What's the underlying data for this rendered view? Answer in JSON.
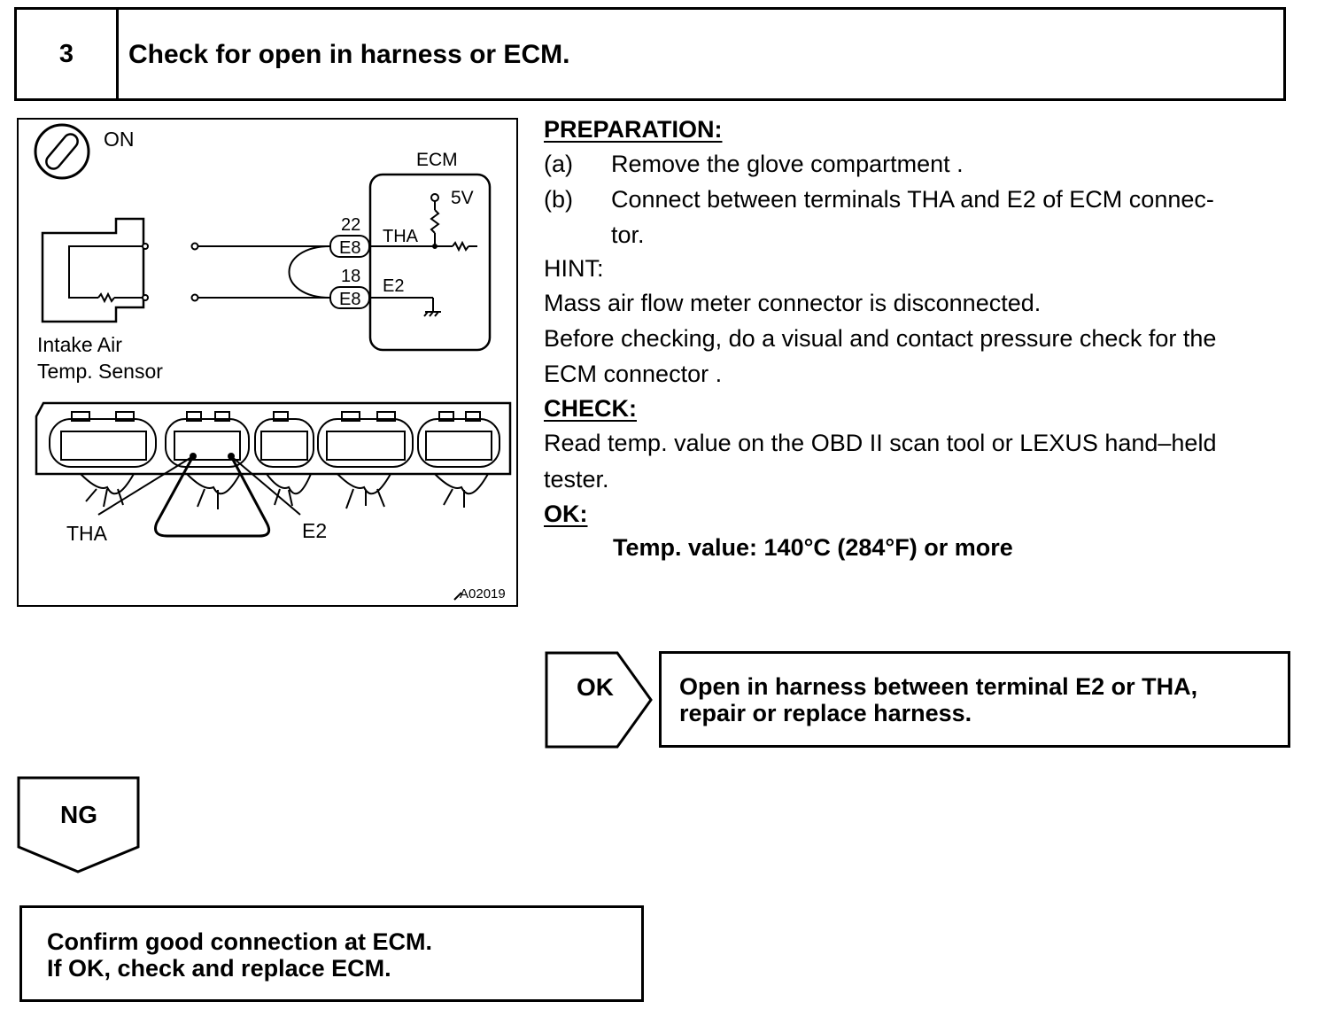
{
  "step": {
    "number": "3",
    "title": "Check for open in harness or ECM."
  },
  "diagram": {
    "ign_label": "ON",
    "ecm_label": "ECM",
    "voltage": "5V",
    "pin_tha_num": "22",
    "pin_tha_conn": "E8",
    "pin_tha_name": "THA",
    "pin_e2_num": "18",
    "pin_e2_conn": "E8",
    "pin_e2_name": "E2",
    "sensor_label_1": "Intake Air",
    "sensor_label_2": "Temp. Sensor",
    "connector_tha": "THA",
    "connector_e2": "E2",
    "figure_id": "A02019"
  },
  "content": {
    "preparation_heading": "PREPARATION:",
    "prep_a_label": "(a)",
    "prep_a_text": "Remove the glove compartment .",
    "prep_b_label": "(b)",
    "prep_b_text_1": "Connect between terminals THA and E2 of ECM connec-",
    "prep_b_text_2": "tor.",
    "hint_heading": "HINT:",
    "hint_1": "Mass air flow meter connector is disconnected.",
    "hint_2a": "Before checking, do a visual and contact pressure check for the",
    "hint_2b": "ECM connector .",
    "check_heading": "CHECK:",
    "check_1": "Read temp. value on the OBD II scan tool or LEXUS hand–held",
    "check_2": "tester.",
    "ok_heading": "OK:",
    "ok_value": "Temp. value:  140°C (284°F) or more"
  },
  "flow": {
    "ok_label": "OK",
    "ok_result_1": "Open in harness between terminal E2 or THA,",
    "ok_result_2": "repair or replace harness.",
    "ng_label": "NG",
    "ng_result_1": "Confirm good connection at ECM.",
    "ng_result_2": "If OK, check and replace ECM."
  }
}
